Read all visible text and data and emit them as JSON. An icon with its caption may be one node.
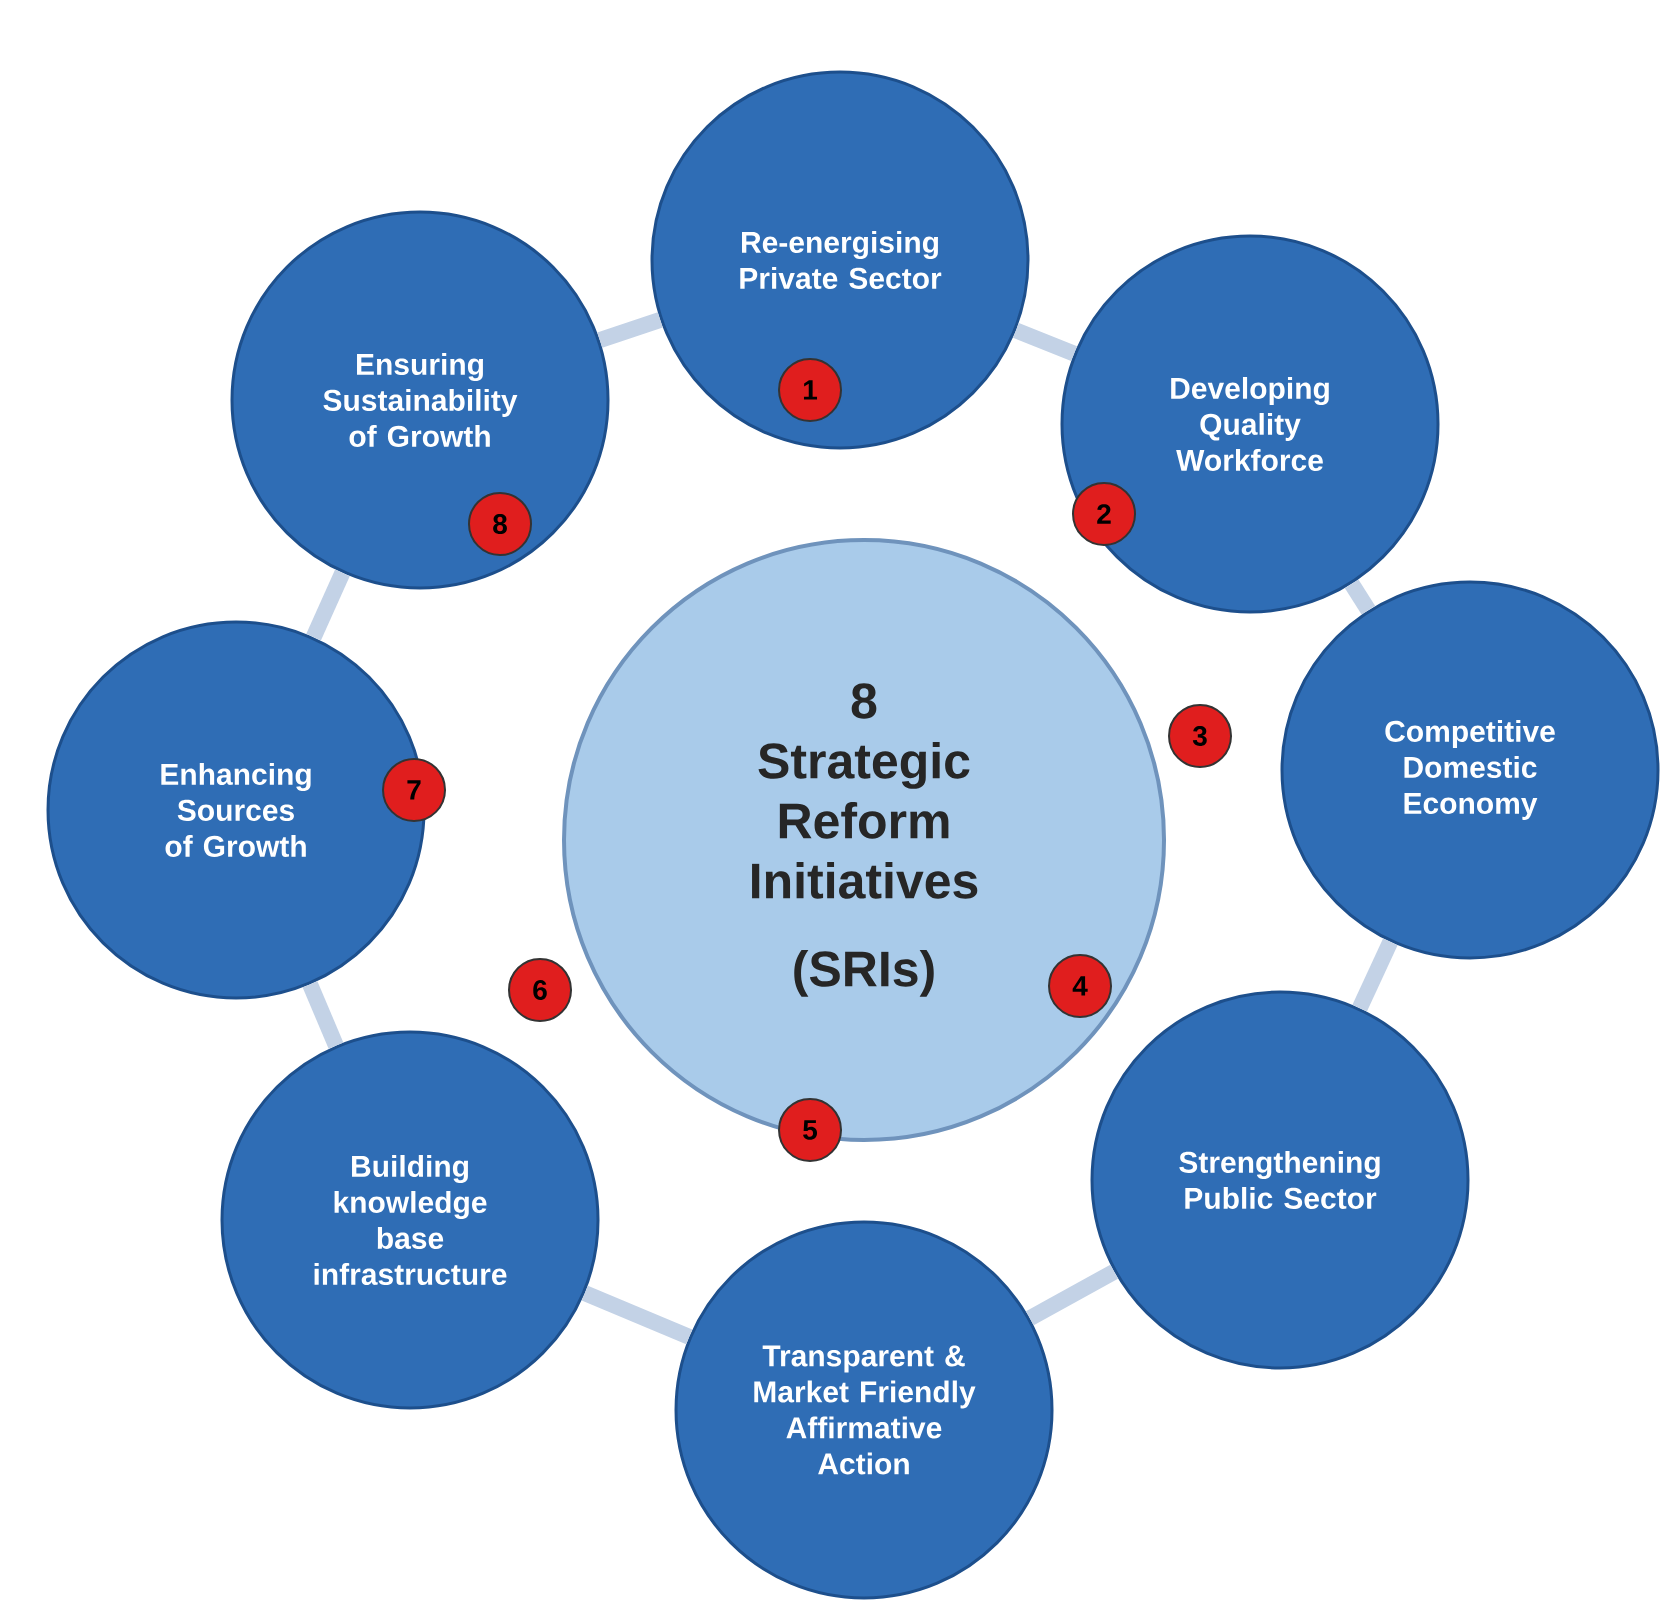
{
  "diagram": {
    "nodes": [
      {
        "text": [
          "8 Strategic Reform Initiatives",
          "(SRIs)"
        ]
      },
      {
        "text": [
          "Re-energising Private Sector"
        ]
      },
      {
        "text": [
          "Developing Quality Workforce"
        ]
      },
      {
        "text": [
          "Competitive Domestic Economy"
        ]
      },
      {
        "text": [
          "Strengthening Public Sector"
        ]
      },
      {
        "text": [
          "Transparent & Market Friendly Affirmative Action"
        ]
      },
      {
        "text": [
          "Building knowledge base infrastructure"
        ]
      },
      {
        "text": [
          "Enhancing Sources of Growth"
        ]
      },
      {
        "text": [
          "Ensuring Sustainability of Growth"
        ]
      },
      {
        "text": [
          "1"
        ],
        "in": 1
      },
      {
        "text": [
          "2"
        ],
        "in": 2
      },
      {
        "text": [
          "3"
        ]
      },
      {
        "text": [
          "4"
        ],
        "in": 0
      },
      {
        "text": [
          "5"
        ]
      },
      {
        "text": [
          "6"
        ]
      },
      {
        "text": [
          "7"
        ]
      },
      {
        "text": [
          "8"
        ],
        "in": 8
      }
    ],
    "edges": [
      {
        "from": 1,
        "to": 2,
        "arrow": "none"
      },
      {
        "from": 2,
        "to": 3,
        "arrow": "none"
      },
      {
        "from": 3,
        "to": 4,
        "arrow": "none"
      },
      {
        "from": 4,
        "to": 5,
        "arrow": "none"
      },
      {
        "from": 5,
        "to": 6,
        "arrow": "none"
      },
      {
        "from": 6,
        "to": 7,
        "arrow": "none"
      },
      {
        "from": 7,
        "to": 8,
        "arrow": "none"
      },
      {
        "from": 8,
        "to": 1,
        "arrow": "none"
      }
    ]
  }
}
